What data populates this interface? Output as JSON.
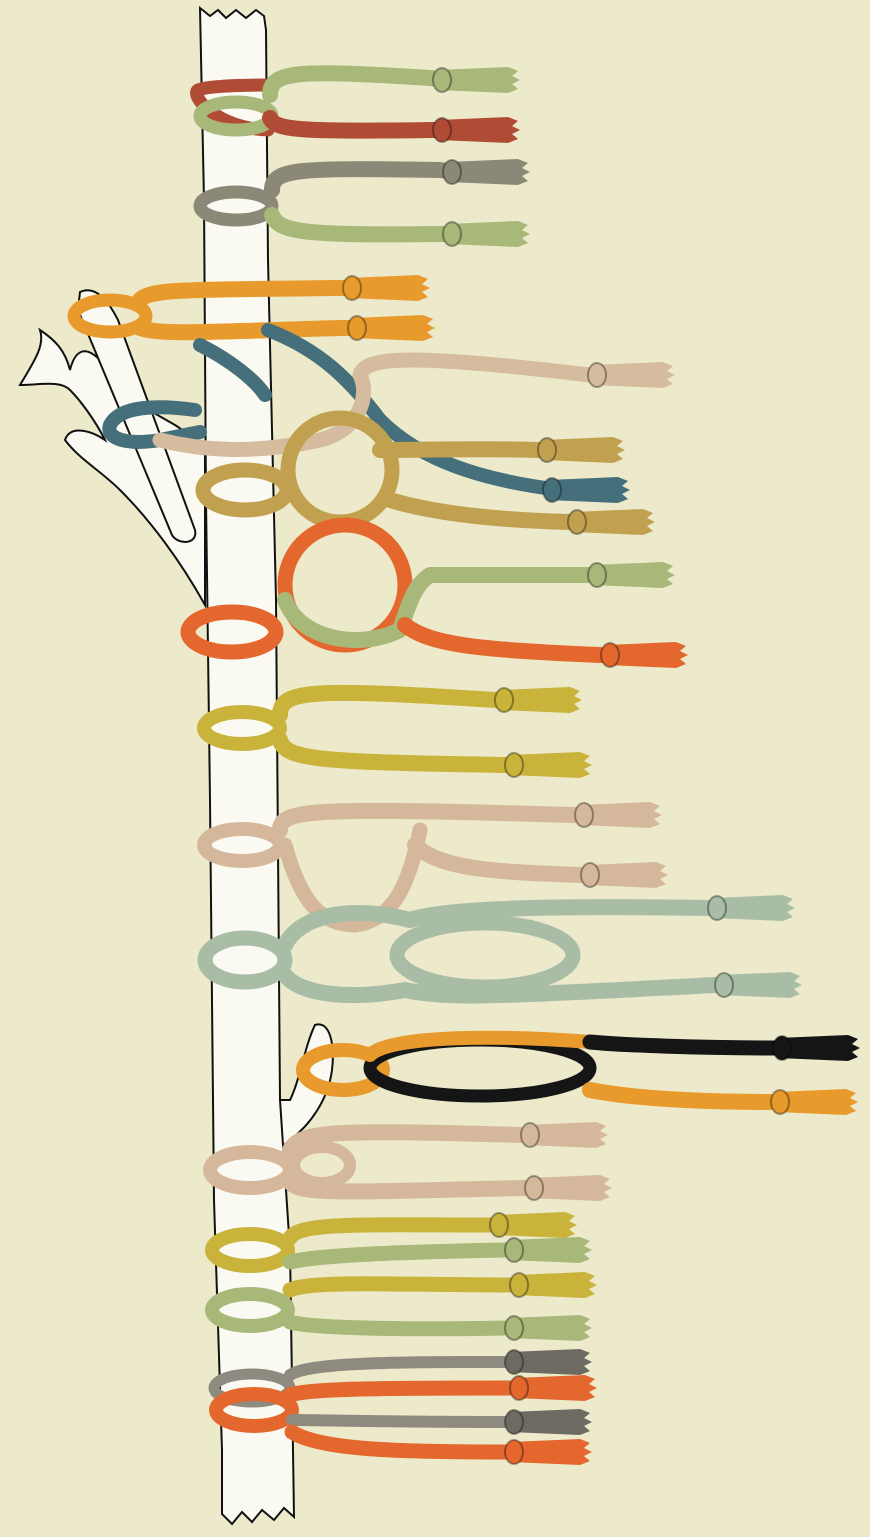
{
  "plate": {
    "paper_color": "#eceacb",
    "ink_color": "#111111",
    "staff_fill": "#fbfaf2"
  },
  "cord_colors": {
    "sage": "#a7b879",
    "brick": "#b04c35",
    "grey": "#8c8878",
    "orange": "#e89a2c",
    "teal": "#456f7a",
    "tan": "#d5bc9e",
    "ochre": "#c1a14f",
    "vermilion": "#e4672e",
    "mustard": "#c9b33a",
    "blush": "#d5b89b",
    "pale-green": "#a8bca6",
    "black": "#151515",
    "speckled-grey": "#8e8a80"
  },
  "knot_groups": [
    {
      "name": "sage-brick-hitch",
      "colors": [
        "sage",
        "brick"
      ]
    },
    {
      "name": "grey-sage-hitch",
      "colors": [
        "grey",
        "sage"
      ]
    },
    {
      "name": "orange-finger-hitch",
      "colors": [
        "orange"
      ]
    },
    {
      "name": "teal-tan-ochre-knot",
      "colors": [
        "teal",
        "tan",
        "ochre"
      ]
    },
    {
      "name": "vermilion-sage-knot",
      "colors": [
        "vermilion",
        "sage"
      ]
    },
    {
      "name": "mustard-hitch",
      "colors": [
        "mustard"
      ]
    },
    {
      "name": "blush-crossed-hitch",
      "colors": [
        "blush"
      ]
    },
    {
      "name": "pale-green-chain",
      "colors": [
        "pale-green"
      ]
    },
    {
      "name": "black-orange-chain",
      "colors": [
        "black",
        "orange"
      ]
    },
    {
      "name": "blush-double-hitch",
      "colors": [
        "blush"
      ]
    },
    {
      "name": "mustard-sage-pair",
      "colors": [
        "mustard",
        "sage"
      ]
    },
    {
      "name": "grey-vermilion-pair",
      "colors": [
        "speckled-grey",
        "vermilion"
      ]
    }
  ]
}
